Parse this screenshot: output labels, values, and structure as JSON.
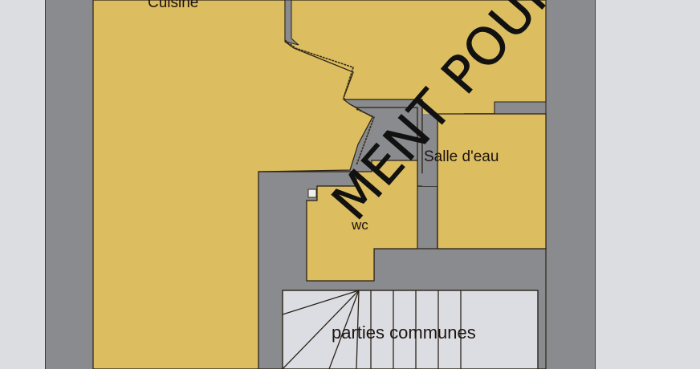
{
  "floor_plan": {
    "rooms": [
      {
        "id": "cuisine",
        "label": "Cuisine"
      },
      {
        "id": "salle_eau",
        "label": "Salle d'eau"
      },
      {
        "id": "wc",
        "label": "wc"
      },
      {
        "id": "parties_communes",
        "label": "parties communes"
      }
    ],
    "watermark": "MENT POUR LA P",
    "colors": {
      "room_fill": "#dcbd5f",
      "wall_fill": "#8a8b8e",
      "wall_outline": "#2a2218",
      "common_area_fill": "#dcdde2",
      "background": "#dcdde0",
      "text": "#1c1410"
    }
  }
}
